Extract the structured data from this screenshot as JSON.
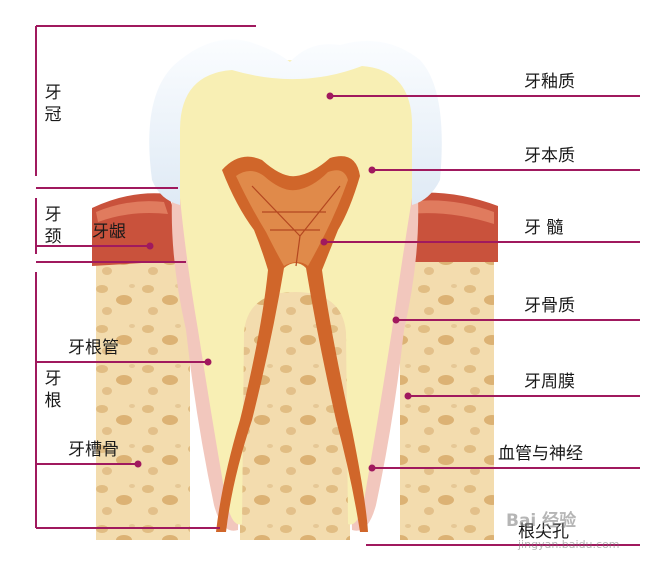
{
  "colors": {
    "leader": "#a0195e",
    "enamel": "#eef4fa",
    "dentin": "#f8efb4",
    "pulp": "#d0662a",
    "gum": "#c9523c",
    "bone": "#f3dcae",
    "cementum": "#f2c7bd"
  },
  "labels": {
    "enamel": "牙釉质",
    "dentin": "牙本质",
    "pulp": "牙    髓",
    "cementum": "牙骨质",
    "periodontium": "牙周膜",
    "vessels_nerves": "血管与神经",
    "apical_foramen": "根尖孔",
    "gingiva": "牙龈",
    "root_canal": "牙根管",
    "alveolar_bone": "牙槽骨"
  },
  "regions": {
    "crown": "牙冠",
    "neck": "牙颈",
    "root": "牙根"
  },
  "watermark": {
    "brand": "Bai 经验",
    "url": "jingyan.baidu.com"
  }
}
